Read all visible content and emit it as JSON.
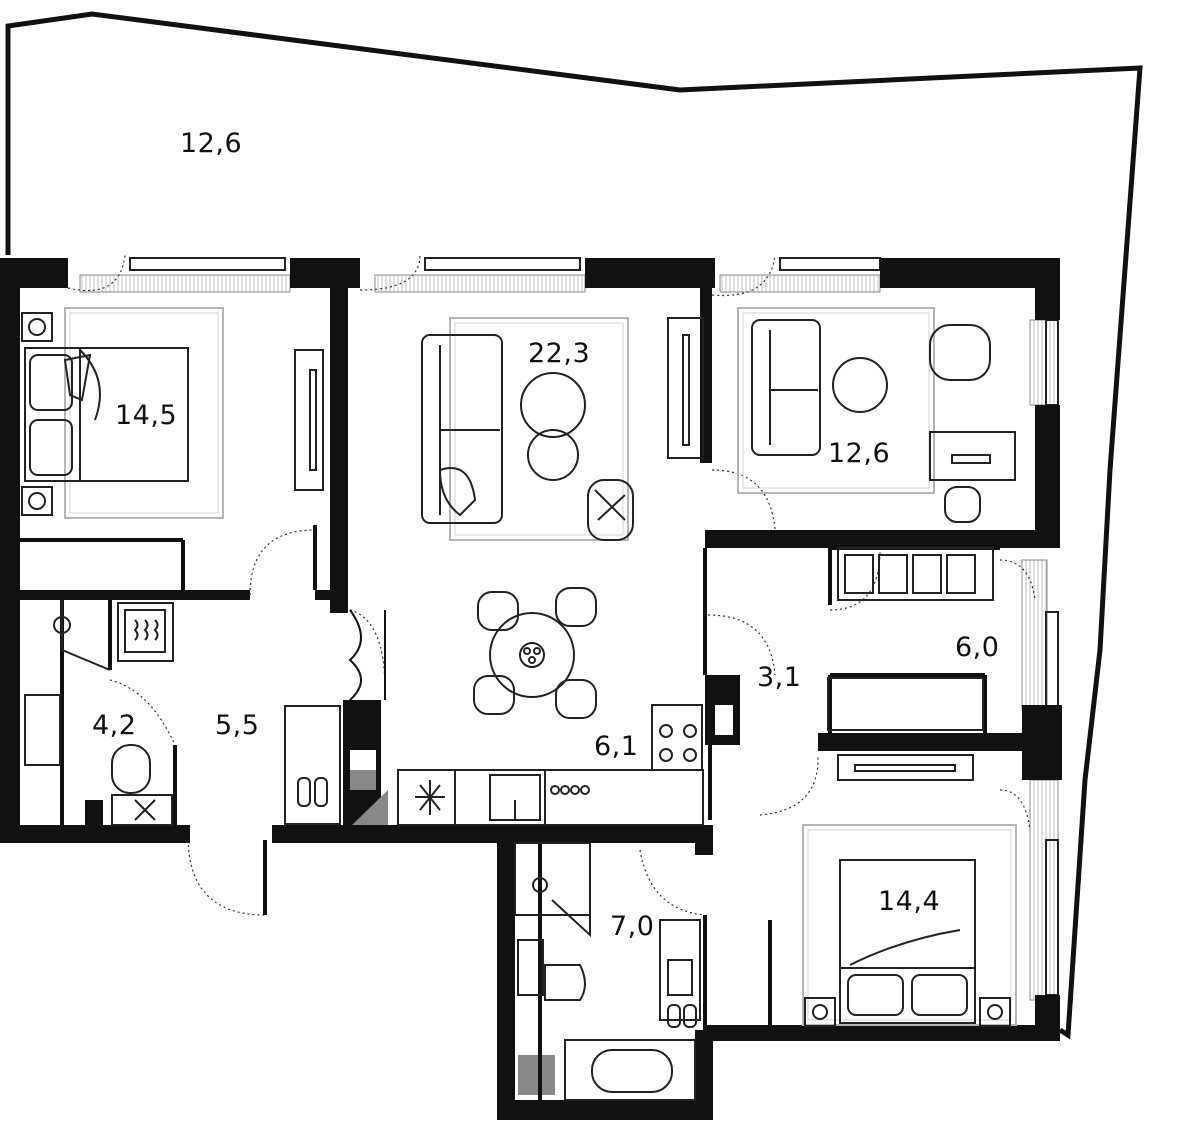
{
  "rooms": [
    {
      "id": "terrace",
      "area": "12,6"
    },
    {
      "id": "bedroom-1",
      "area": "14,5"
    },
    {
      "id": "living-room",
      "area": "22,3"
    },
    {
      "id": "study",
      "area": "12,6"
    },
    {
      "id": "wardrobe",
      "area": "6,0"
    },
    {
      "id": "corridor",
      "area": "3,1"
    },
    {
      "id": "bathroom-1",
      "area": "4,2"
    },
    {
      "id": "hallway",
      "area": "5,5"
    },
    {
      "id": "kitchen",
      "area": "6,1"
    },
    {
      "id": "bathroom-2",
      "area": "7,0"
    },
    {
      "id": "bedroom-2",
      "area": "14,4"
    }
  ],
  "colors": {
    "wall": "#111111",
    "line": "#222222",
    "rug": "#b5b5b5",
    "glass": "#cfcfcf"
  }
}
